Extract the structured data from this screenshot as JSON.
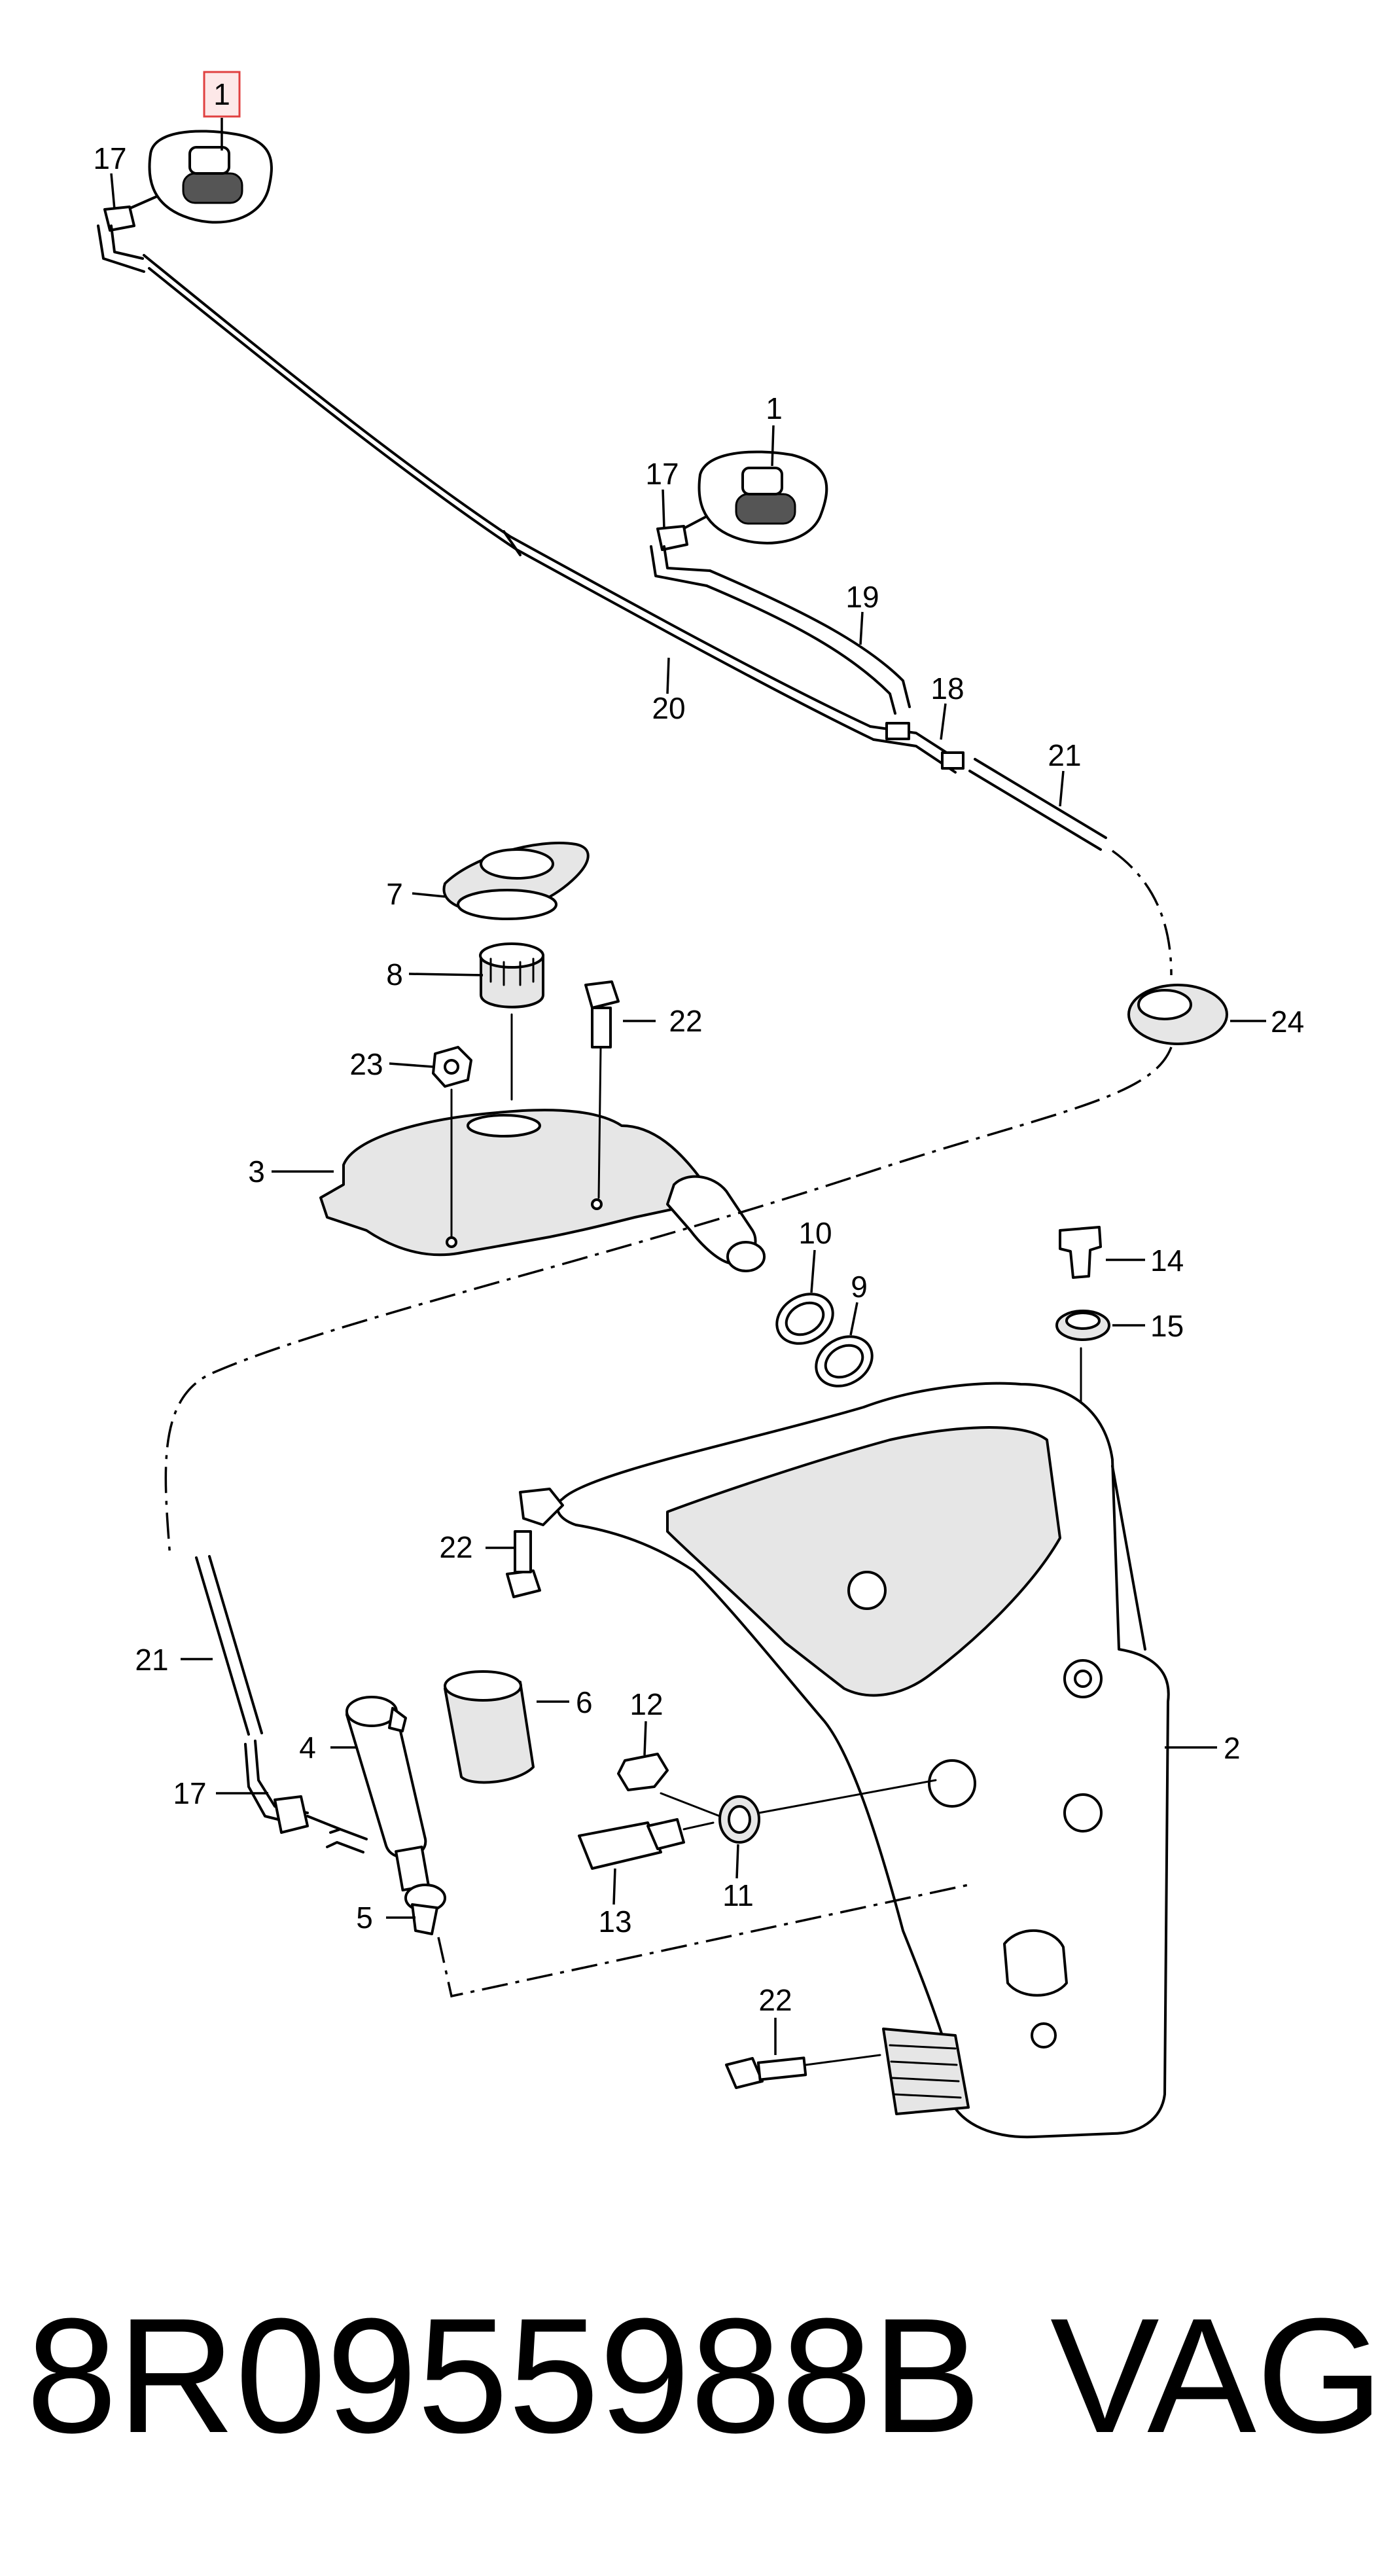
{
  "diagram": {
    "callouts": [
      {
        "id": "1a",
        "label": "1",
        "highlighted": true
      },
      {
        "id": "17a",
        "label": "17"
      },
      {
        "id": "1b",
        "label": "1"
      },
      {
        "id": "17b",
        "label": "17"
      },
      {
        "id": "19",
        "label": "19"
      },
      {
        "id": "18",
        "label": "18"
      },
      {
        "id": "20",
        "label": "20"
      },
      {
        "id": "21a",
        "label": "21"
      },
      {
        "id": "7",
        "label": "7"
      },
      {
        "id": "8",
        "label": "8"
      },
      {
        "id": "22a",
        "label": "22"
      },
      {
        "id": "24",
        "label": "24"
      },
      {
        "id": "23",
        "label": "23"
      },
      {
        "id": "3",
        "label": "3"
      },
      {
        "id": "10",
        "label": "10"
      },
      {
        "id": "9",
        "label": "9"
      },
      {
        "id": "14",
        "label": "14"
      },
      {
        "id": "15",
        "label": "15"
      },
      {
        "id": "22b",
        "label": "22"
      },
      {
        "id": "21b",
        "label": "21"
      },
      {
        "id": "6",
        "label": "6"
      },
      {
        "id": "4",
        "label": "4"
      },
      {
        "id": "12",
        "label": "12"
      },
      {
        "id": "2",
        "label": "2"
      },
      {
        "id": "17c",
        "label": "17"
      },
      {
        "id": "11",
        "label": "11"
      },
      {
        "id": "5",
        "label": "5"
      },
      {
        "id": "13",
        "label": "13"
      },
      {
        "id": "22c",
        "label": "22"
      }
    ],
    "highlight_color": "#e04040"
  },
  "footer": {
    "part_number": "8R0955988B",
    "brand": "VAG"
  }
}
